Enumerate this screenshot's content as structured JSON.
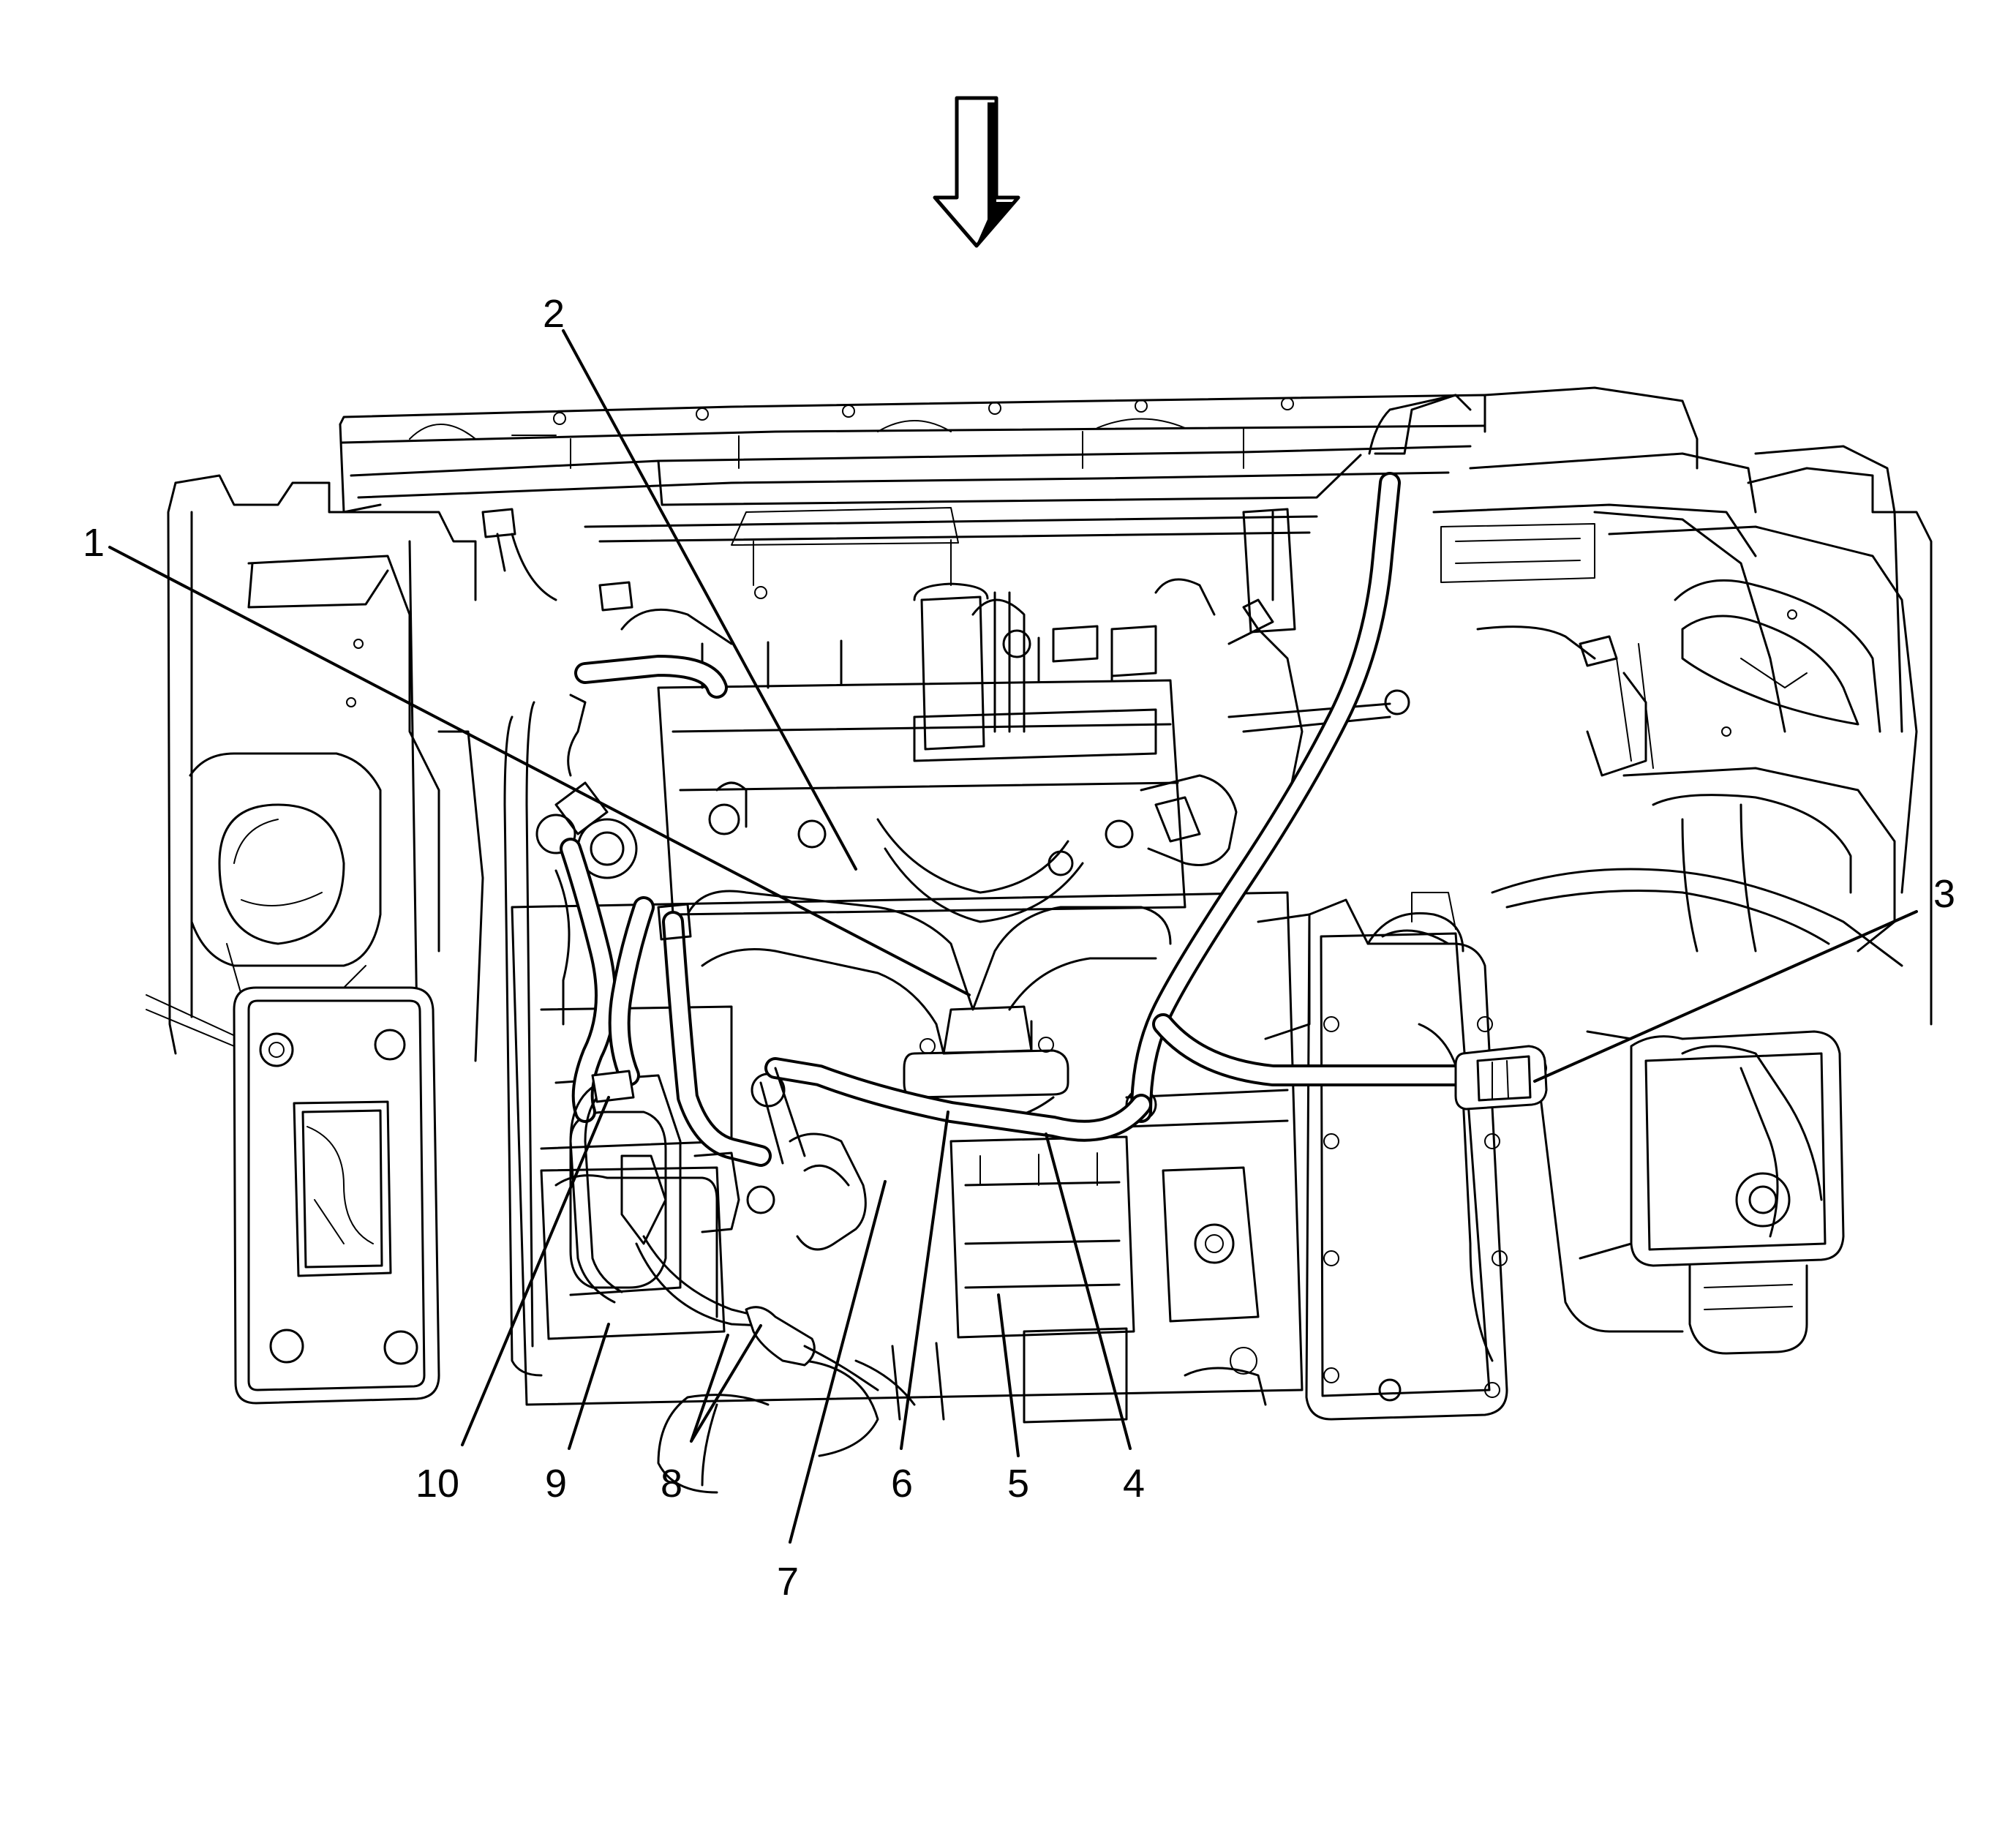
{
  "callouts": [
    {
      "id": "1",
      "label": "1"
    },
    {
      "id": "2",
      "label": "2"
    },
    {
      "id": "3",
      "label": "3"
    },
    {
      "id": "4",
      "label": "4"
    },
    {
      "id": "5",
      "label": "5"
    },
    {
      "id": "6",
      "label": "6"
    },
    {
      "id": "7",
      "label": "7"
    },
    {
      "id": "8",
      "label": "8"
    },
    {
      "id": "9",
      "label": "9"
    },
    {
      "id": "10",
      "label": "10"
    }
  ],
  "icons": {
    "view_arrow": "down-arrow-icon"
  },
  "colors": {
    "line": "#000000",
    "background": "#ffffff"
  }
}
